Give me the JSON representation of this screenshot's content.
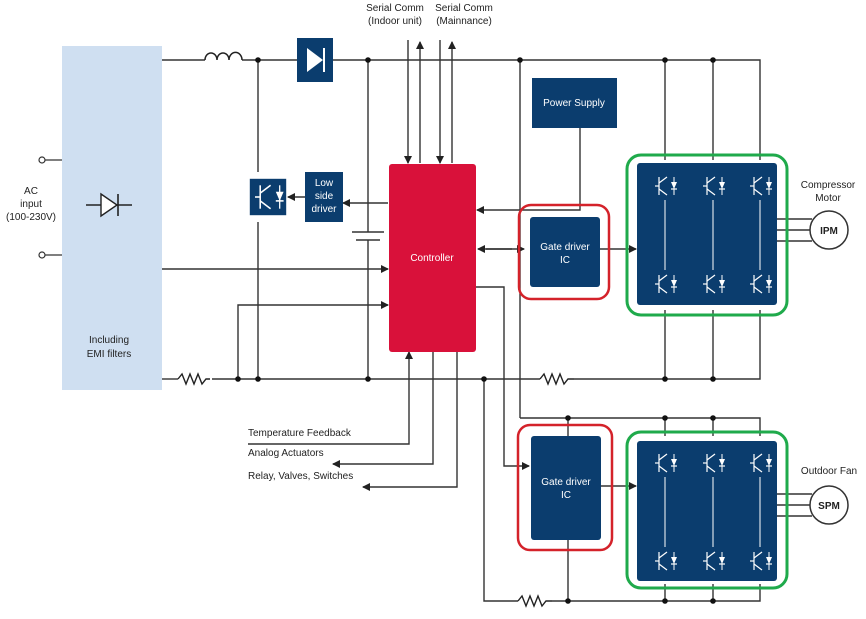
{
  "ac_input": {
    "line1": "AC",
    "line2": "input",
    "line3": "(100-230V)"
  },
  "emi": {
    "line1": "Including",
    "line2": "EMI filters"
  },
  "serial_indoor": {
    "line1": "Serial Comm",
    "line2": "(Indoor unit)"
  },
  "serial_maint": {
    "line1": "Serial Comm",
    "line2": "(Mainnance)"
  },
  "low_side": {
    "line1": "Low",
    "line2": "side",
    "line3": "driver"
  },
  "controller": {
    "label": "Controller"
  },
  "power_supply": {
    "label": "Power Supply"
  },
  "gate_driver_top": {
    "line1": "Gate driver",
    "line2": "IC"
  },
  "gate_driver_bottom": {
    "line1": "Gate driver",
    "line2": "IC"
  },
  "compressor": {
    "line1": "Compressor",
    "line2": "Motor"
  },
  "ipm": {
    "label": "IPM"
  },
  "outdoor_fan": {
    "label": "Outdoor Fan"
  },
  "spm": {
    "label": "SPM"
  },
  "signals": {
    "temperature": "Temperature Feedback",
    "analog": "Analog Actuators",
    "relay": "Relay, Valves, Switches"
  },
  "colors": {
    "dark_blue": "#0b3d6e",
    "controller_red": "#d9113a",
    "emi_fill": "#cfdff1",
    "red_outline": "#d4222a",
    "green_outline": "#1faa4b"
  }
}
